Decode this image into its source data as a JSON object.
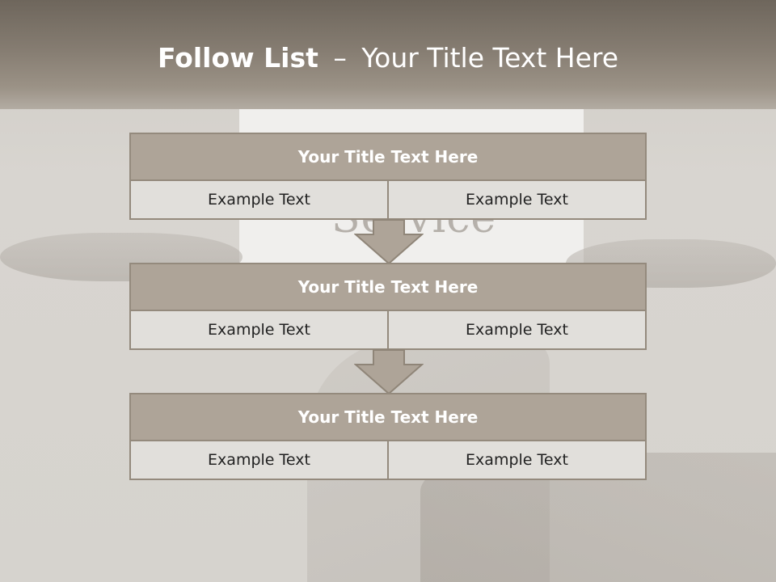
{
  "slide": {
    "title_bold": "Follow List",
    "title_separator": "–",
    "title_rest": "Your Title Text Here",
    "background_word": "Service",
    "colors": {
      "header_band": "#857c71",
      "block_header": "#aea498",
      "block_cell": "#e1dfdb",
      "border": "#948a7d"
    },
    "blocks": [
      {
        "title": "Your Title Text Here",
        "cells": [
          "Example Text",
          "Example Text"
        ]
      },
      {
        "title": "Your Title Text Here",
        "cells": [
          "Example Text",
          "Example Text"
        ]
      },
      {
        "title": "Your Title Text Here",
        "cells": [
          "Example Text",
          "Example Text"
        ]
      }
    ],
    "arrows": [
      "down-arrow-icon",
      "down-arrow-icon"
    ]
  }
}
